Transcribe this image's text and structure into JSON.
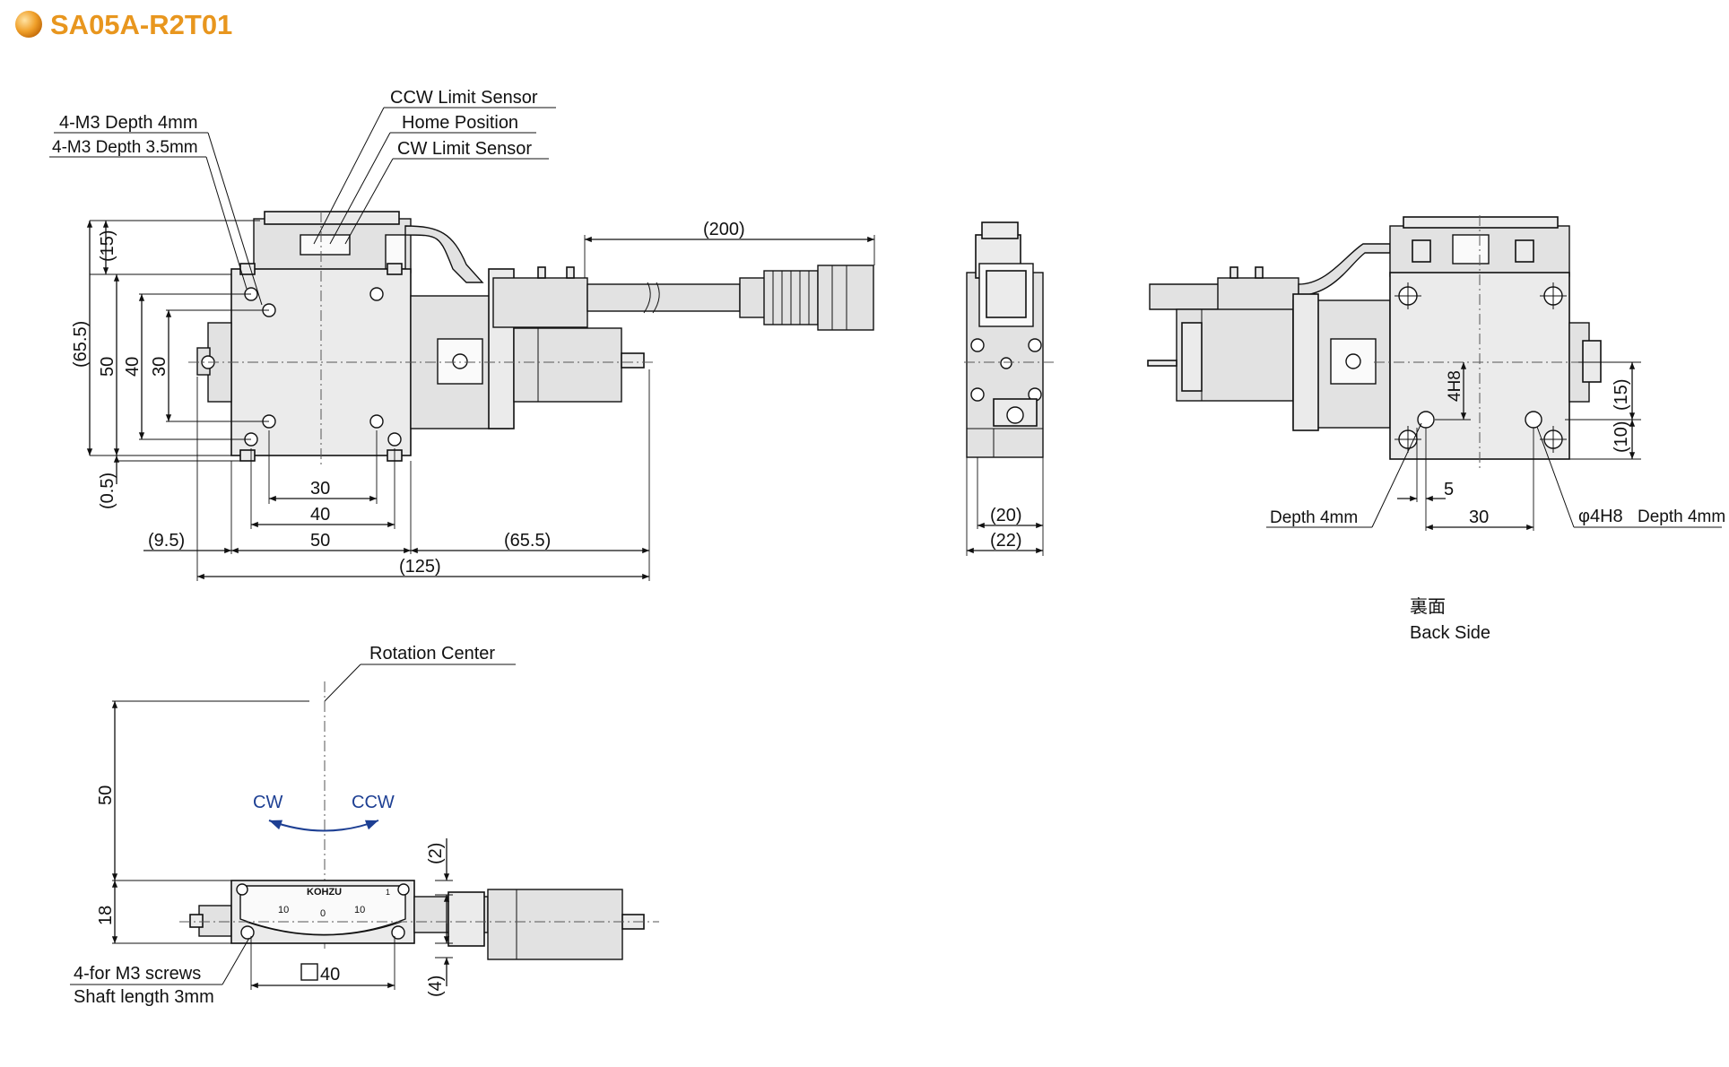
{
  "title": "SA05A-R2T01",
  "colors": {
    "title": "#e8961e",
    "accent_blue": "#1d3f93",
    "body_fill": "#ebebeb"
  },
  "icons": {
    "title_bullet": "orange-sphere-bullet"
  },
  "labels": {
    "ccw_limit_sensor": "CCW Limit Sensor",
    "home_position": "Home Position",
    "cw_limit_sensor": "CW Limit Sensor",
    "m3_depth_4": "4-M3 Depth 4mm",
    "m3_depth_3_5": "4-M3 Depth 3.5mm",
    "rotation_center": "Rotation Center",
    "cw": "CW",
    "ccw": "CCW",
    "screws": "4-for M3 screws",
    "shaft_length": "Shaft length 3mm",
    "depth_4mm": "Depth 4mm",
    "phi_4h8": "φ4H8",
    "phi_depth": "Depth 4mm",
    "back_side_jp": "裏面",
    "back_side": "Back Side",
    "logo": "KOHZU"
  },
  "dims_top": {
    "d15": "(15)",
    "d65_5": "(65.5)",
    "d50v": "50",
    "d40v": "40",
    "d30v": "30",
    "d0_5": "(0.5)",
    "d200": "(200)",
    "d30h": "30",
    "d40h": "40",
    "d50h": "50",
    "d9_5": "(9.5)",
    "d65_5h": "(65.5)",
    "d125": "(125)"
  },
  "dims_side": {
    "d20": "(20)",
    "d22": "(22)"
  },
  "dims_back": {
    "d4h8": "4H8",
    "d15": "(15)",
    "d10": "(10)",
    "d5": "5",
    "d30": "30"
  },
  "dims_front": {
    "d50": "50",
    "d18": "18",
    "d2": "(2)",
    "d4": "(4)",
    "d40": "40"
  },
  "scale_ticks": [
    "10",
    "0",
    "10",
    "1"
  ]
}
